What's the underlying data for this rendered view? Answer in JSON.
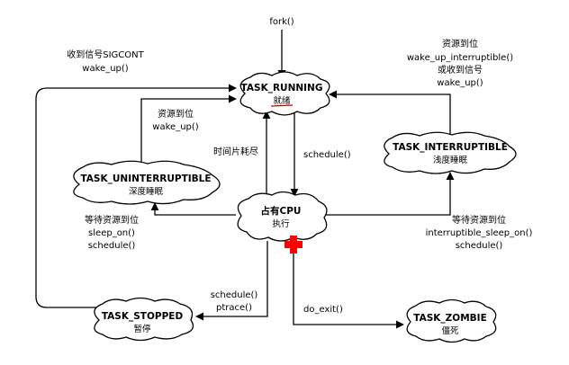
{
  "states": {
    "running": {
      "title": "TASK_RUNNING",
      "sub": "就绪"
    },
    "interruptible": {
      "title": "TASK_INTERRUPTIBLE",
      "sub": "浅度睡眠"
    },
    "uninterruptible": {
      "title": "TASK_UNINTERRUPTIBLE",
      "sub": "深度睡眠"
    },
    "cpu": {
      "title": "占有CPU",
      "sub": "执行"
    },
    "stopped": {
      "title": "TASK_STOPPED",
      "sub": "暂停"
    },
    "zombie": {
      "title": "TASK_ZOMBIE",
      "sub": "僵死"
    }
  },
  "labels": {
    "fork": "fork()",
    "sigcont": [
      "收到信号SIGCONT",
      "wake_up()"
    ],
    "wake_interruptible": [
      "资源到位",
      "wake_up_interruptible()",
      "或收到信号",
      "wake_up()"
    ],
    "wake_uninterruptible": [
      "资源到位",
      "wake_up()"
    ],
    "timeslice": "时间片耗尽",
    "schedule": "schedule()",
    "sleep_on": [
      "等待资源到位",
      "sleep_on()",
      "schedule()"
    ],
    "interruptible_sleep_on": [
      "等待资源到位",
      "interruptible_sleep_on()",
      "schedule()"
    ],
    "ptrace": [
      "schedule()",
      "ptrace()"
    ],
    "do_exit": "do_exit()"
  },
  "colors": {
    "underline": "#cc0000",
    "cross": "#ff0000"
  }
}
